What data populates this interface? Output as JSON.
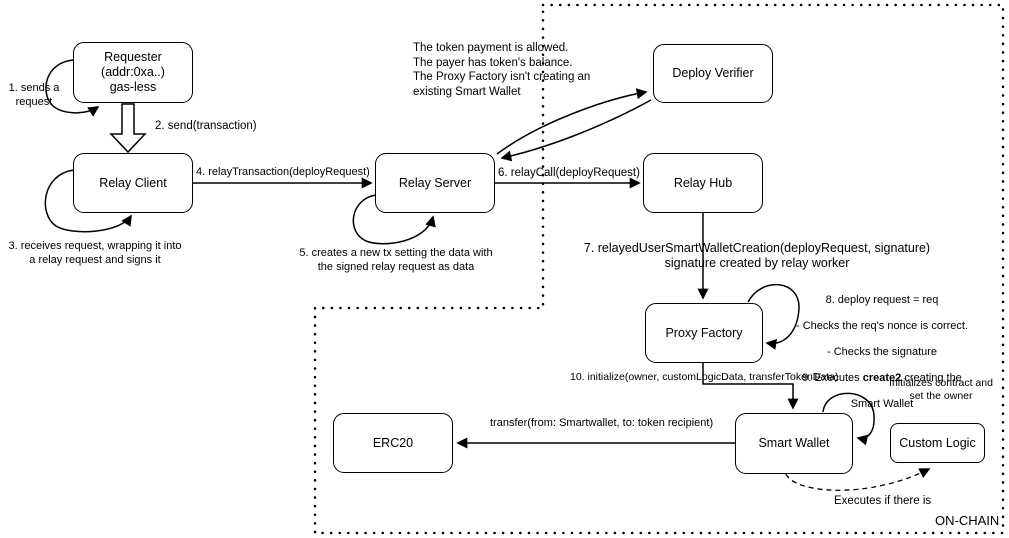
{
  "nodes": {
    "requester": {
      "label": "Requester\n(addr:0xa..)\ngas-less"
    },
    "relay_client": {
      "label": "Relay Client"
    },
    "relay_server": {
      "label": "Relay Server"
    },
    "deploy_verifier": {
      "label": "Deploy Verifier"
    },
    "relay_hub": {
      "label": "Relay Hub"
    },
    "proxy_factory": {
      "label": "Proxy Factory"
    },
    "smart_wallet": {
      "label": "Smart Wallet"
    },
    "erc20": {
      "label": "ERC20"
    },
    "custom_logic": {
      "label": "Custom Logic"
    }
  },
  "edges": {
    "step1": "1. sends a\nrequest",
    "step2": "2. send(transaction)",
    "step3": "3. receives request, wrapping it into\na relay request and signs it",
    "step4": "4. relayTransaction(deployRequest)",
    "step5": "5. creates a new tx setting the data with\nthe signed relay request as data",
    "step6": "6. relayCall(deployRequest)",
    "step7": "7. relayedUserSmartWalletCreation(deployRequest, signature)\nsignature created by relay worker",
    "step10": "10. initialize(owner, customLogicData, transferTokenData)",
    "transfer": "transfer(from: Smartwallet, to: token recipient)",
    "executes_if": "Executes if there is"
  },
  "notes": {
    "verifier_checks": "The token payment is allowed.\nThe payer has token's balance.\nThe Proxy Factory isn't creating an\nexisting Smart Wallet",
    "proxy_checks": {
      "line1": "8. deploy request = req",
      "line2": "- Checks the req's nonce is correct.",
      "line3": "- Checks the signature",
      "line4_pre": "9. Executes ",
      "line4_bold": "create2",
      "line4_post": " creating the",
      "line5": "Smart Wallet"
    },
    "init_owner": "Initializes contract and\nset the owner"
  },
  "region": {
    "onchain_label": "ON-CHAIN"
  },
  "colors": {
    "stroke": "#000000",
    "background": "#ffffff"
  }
}
